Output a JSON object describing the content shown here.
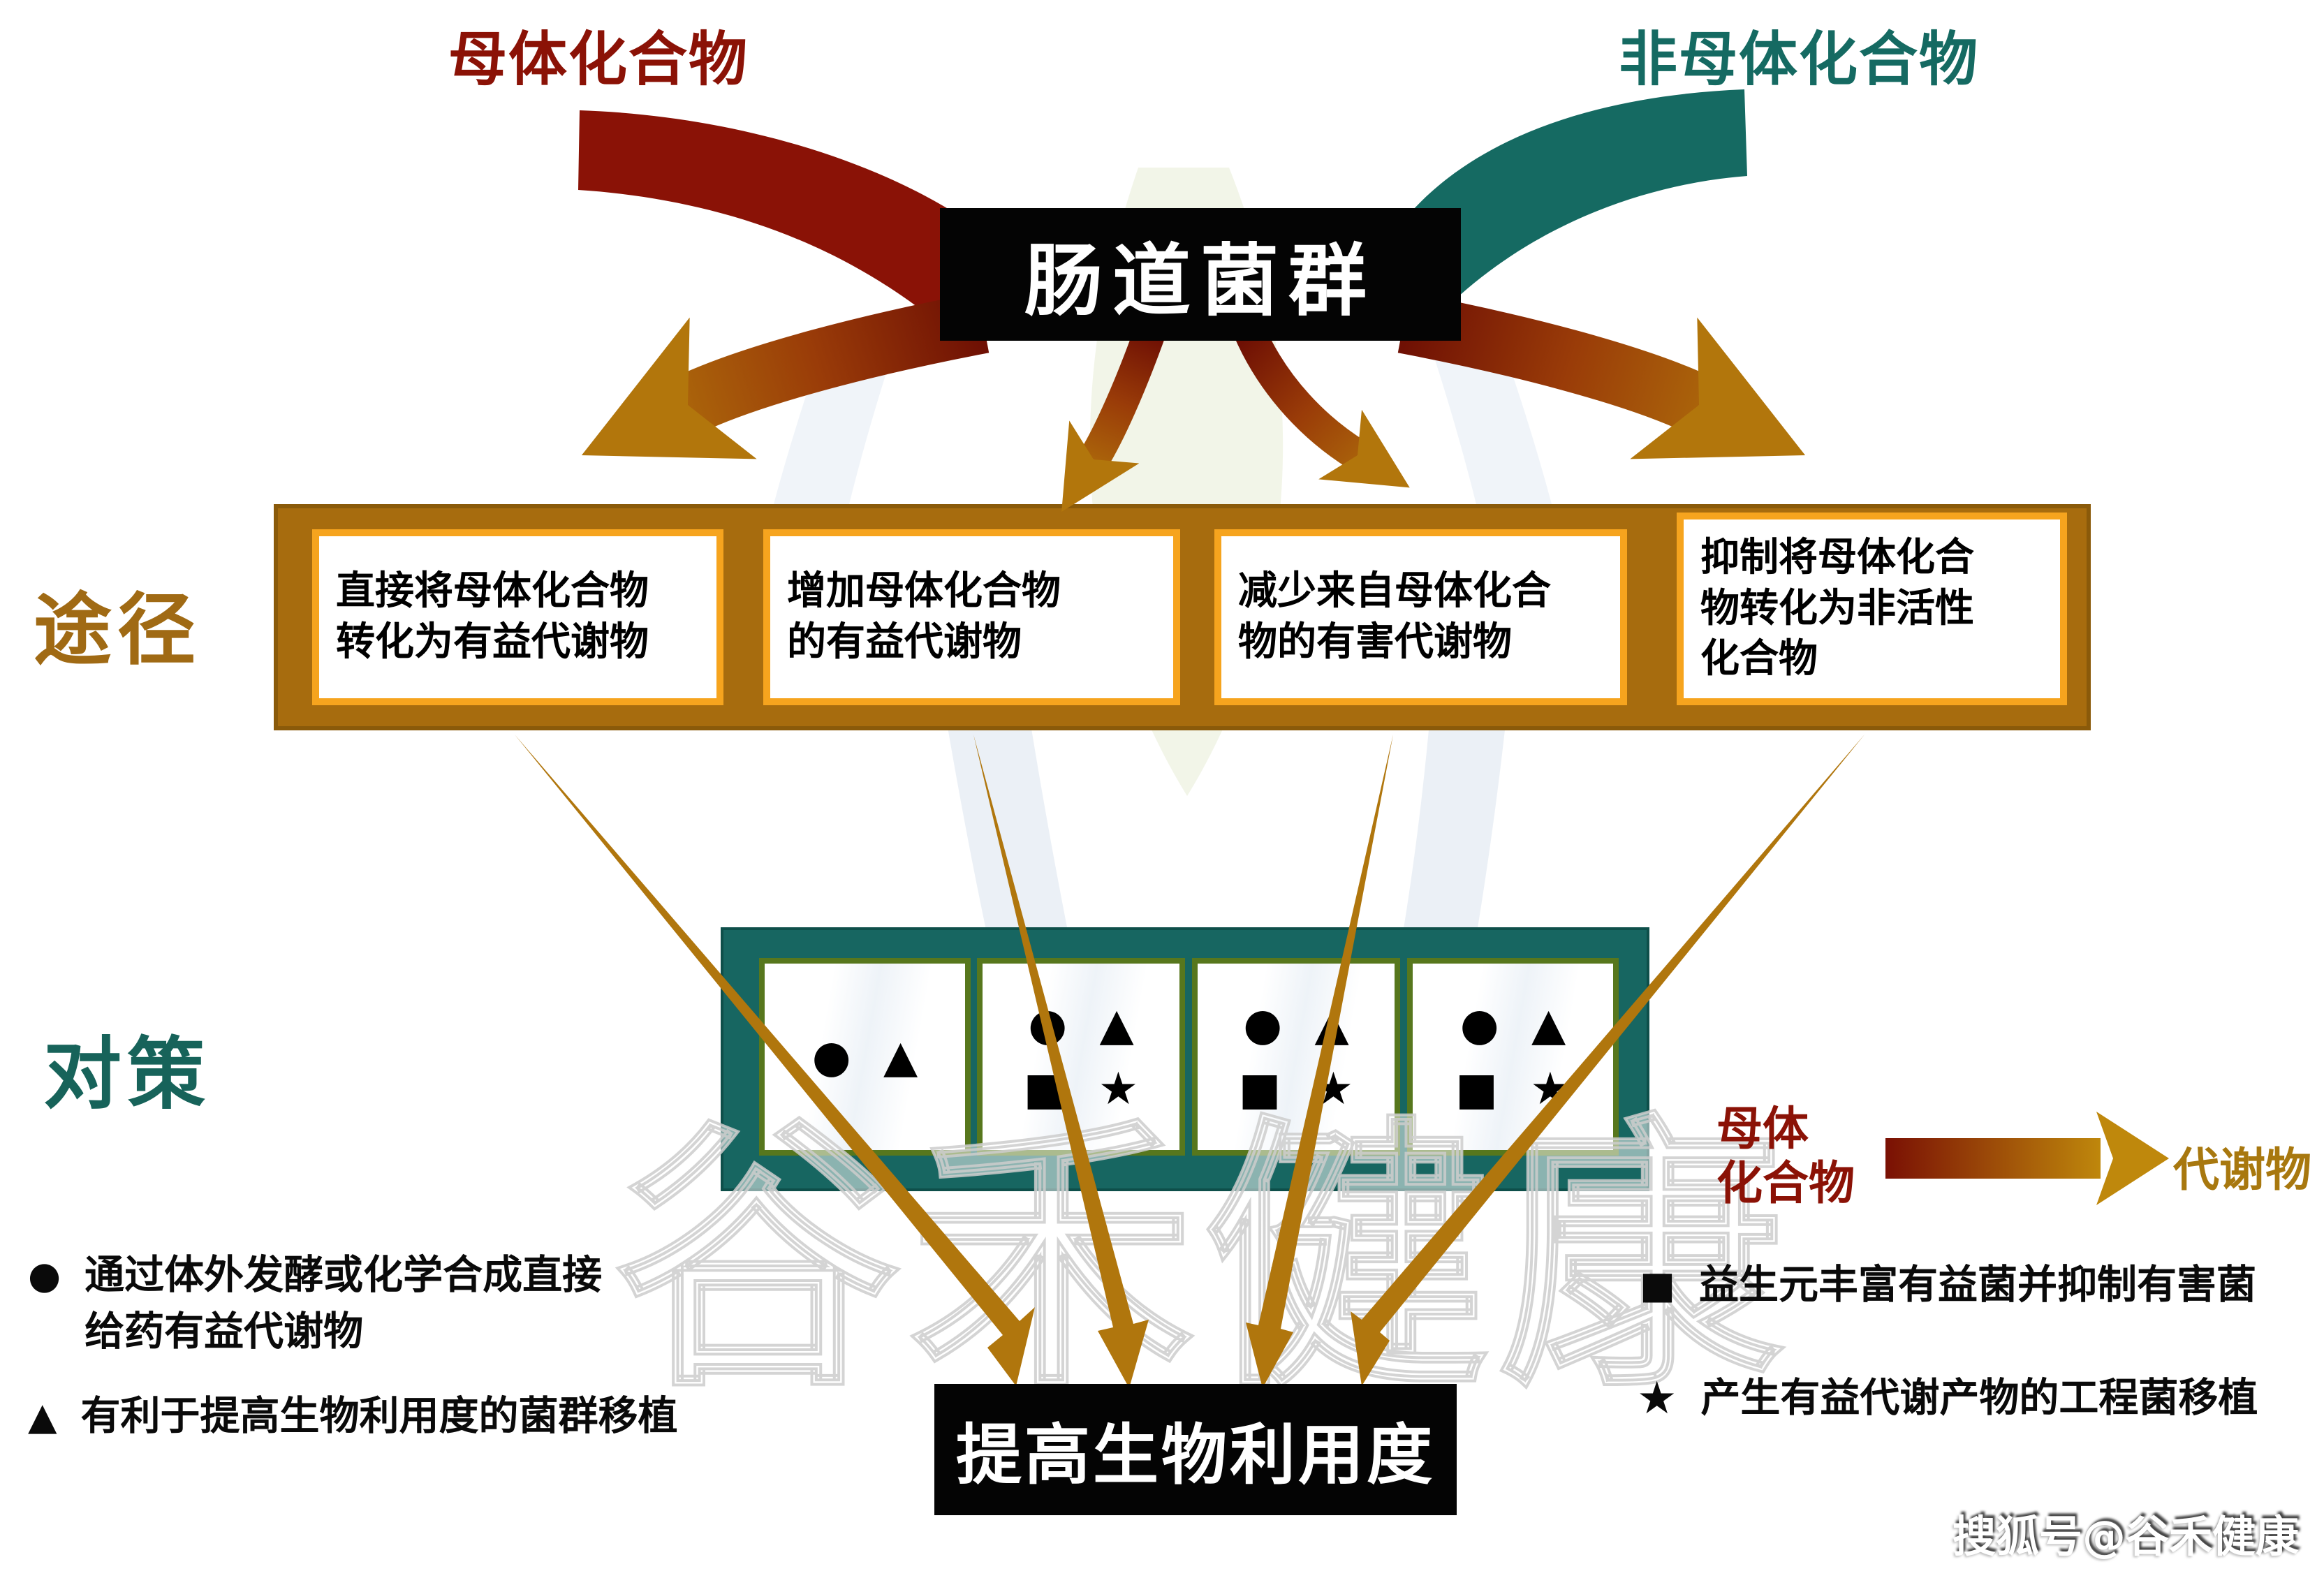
{
  "titles": {
    "left": "母体化合物",
    "right": "非母体化合物"
  },
  "boxes": {
    "top": "肠道菌群",
    "bottom": "提高生物利用度"
  },
  "row_labels": {
    "pathways": "途径",
    "countermeasures": "对策"
  },
  "pathways": {
    "boxes": [
      {
        "text": "直接将母体化合物\n转化为有益代谢物"
      },
      {
        "text": "增加母体化合物\n的有益代谢物"
      },
      {
        "text": "减少来自母体化合\n物的有害代谢物"
      },
      {
        "text": "抑制将母体化合\n物转化为非活性\n化合物"
      }
    ]
  },
  "countermeasures": {
    "boxes": [
      {
        "row1": "● ▲"
      },
      {
        "row1": "● ▲",
        "row2": "■ ★"
      },
      {
        "row1": "● ▲",
        "row2": "■ ★"
      },
      {
        "row1": "● ▲",
        "row2": "■ ★"
      }
    ]
  },
  "legend_right": {
    "source": "母体\n化合物",
    "target": "代谢物"
  },
  "legends": {
    "left": [
      {
        "symbol": "●",
        "text": "通过体外发酵或化学合成直接\n给药有益代谢物"
      },
      {
        "symbol": "▲",
        "text": "有利于提高生物利用度的菌群移植"
      }
    ],
    "right": [
      {
        "symbol": "■",
        "text": "益生元丰富有益菌并抑制有害菌"
      },
      {
        "symbol": "★",
        "text": "产生有益代谢产物的工程菌移植"
      }
    ]
  },
  "watermarks": {
    "background": "谷禾健康",
    "credit": "搜狐号@谷禾健康"
  },
  "colors": {
    "dark_red": "#8b1206",
    "teal": "#156a62",
    "gold": "#b0760d",
    "orange_border": "#f6a41e",
    "brown_frame": "#a76c0e",
    "olive_border": "#57771d",
    "teal_frame": "#176661",
    "black_box": "#040404"
  }
}
